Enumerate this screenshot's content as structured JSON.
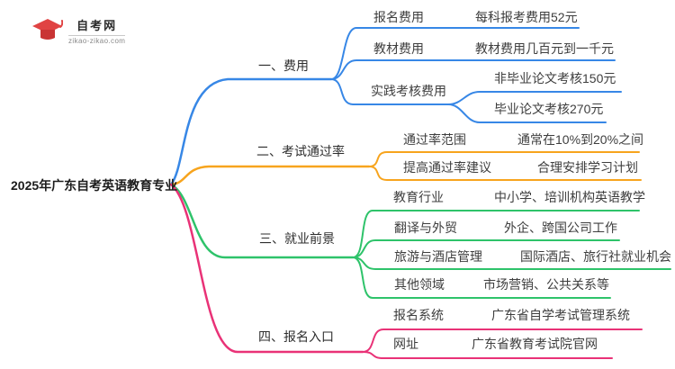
{
  "logo": {
    "site_name": "自考网",
    "site_url": "zikao-zikao.com",
    "brand_blue": "#1e6cb0",
    "brand_red": "#e04343",
    "brand_red_dark": "#c93434"
  },
  "root": {
    "title": "2025年广东自考英语教育专业"
  },
  "branches": [
    {
      "label": "一、费用",
      "color": "#3787e6",
      "children": [
        {
          "label": "报名费用",
          "value": "每科报考费用52元"
        },
        {
          "label": "教材费用",
          "value": "教材费用几百元到一千元"
        },
        {
          "label": "实践考核费用",
          "children": [
            {
              "label": "非毕业论文考核150元"
            },
            {
              "label": "毕业论文考核270元"
            }
          ]
        }
      ]
    },
    {
      "label": "二、考试通过率",
      "color": "#f7a41d",
      "children": [
        {
          "label": "通过率范围",
          "value": "通常在10%到20%之间"
        },
        {
          "label": "提高通过率建议",
          "value": "合理安排学习计划"
        }
      ]
    },
    {
      "label": "三、就业前景",
      "color": "#2ec36a",
      "children": [
        {
          "label": "教育行业",
          "value": "中小学、培训机构英语教学"
        },
        {
          "label": "翻译与外贸",
          "value": "外企、跨国公司工作"
        },
        {
          "label": "旅游与酒店管理",
          "value": "国际酒店、旅行社就业机会"
        },
        {
          "label": "其他领域",
          "value": "市场营销、公共关系等"
        }
      ]
    },
    {
      "label": "四、报名入口",
      "color": "#e93277",
      "children": [
        {
          "label": "报名系统",
          "value": "广东省自学考试管理系统"
        },
        {
          "label": "网址",
          "value": "广东省教育考试院官网"
        }
      ]
    }
  ]
}
